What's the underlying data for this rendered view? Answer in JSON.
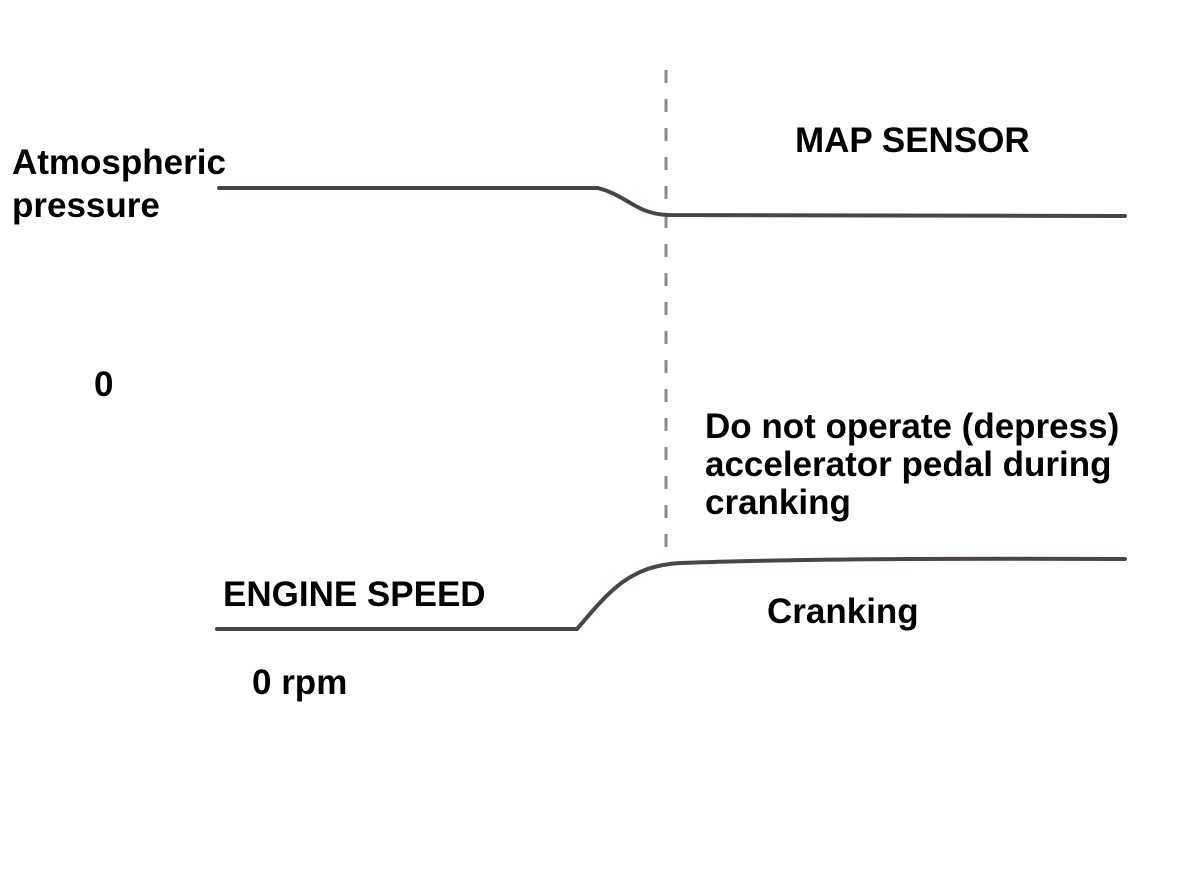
{
  "labels": {
    "atmospheric_pressure_line1": "Atmospheric",
    "atmospheric_pressure_line2": "pressure",
    "pressure_zero": "0",
    "map_sensor": "MAP SENSOR",
    "note_line1": "Do not operate (depress)",
    "note_line2": "accelerator pedal during",
    "note_line3": "cranking",
    "engine_speed": "ENGINE SPEED",
    "cranking": "Cranking",
    "zero_rpm": "0 rpm"
  },
  "colors": {
    "trace": "#4a4444",
    "marker": "#8a8a8a",
    "text": "#000000",
    "background": "#ffffff"
  }
}
